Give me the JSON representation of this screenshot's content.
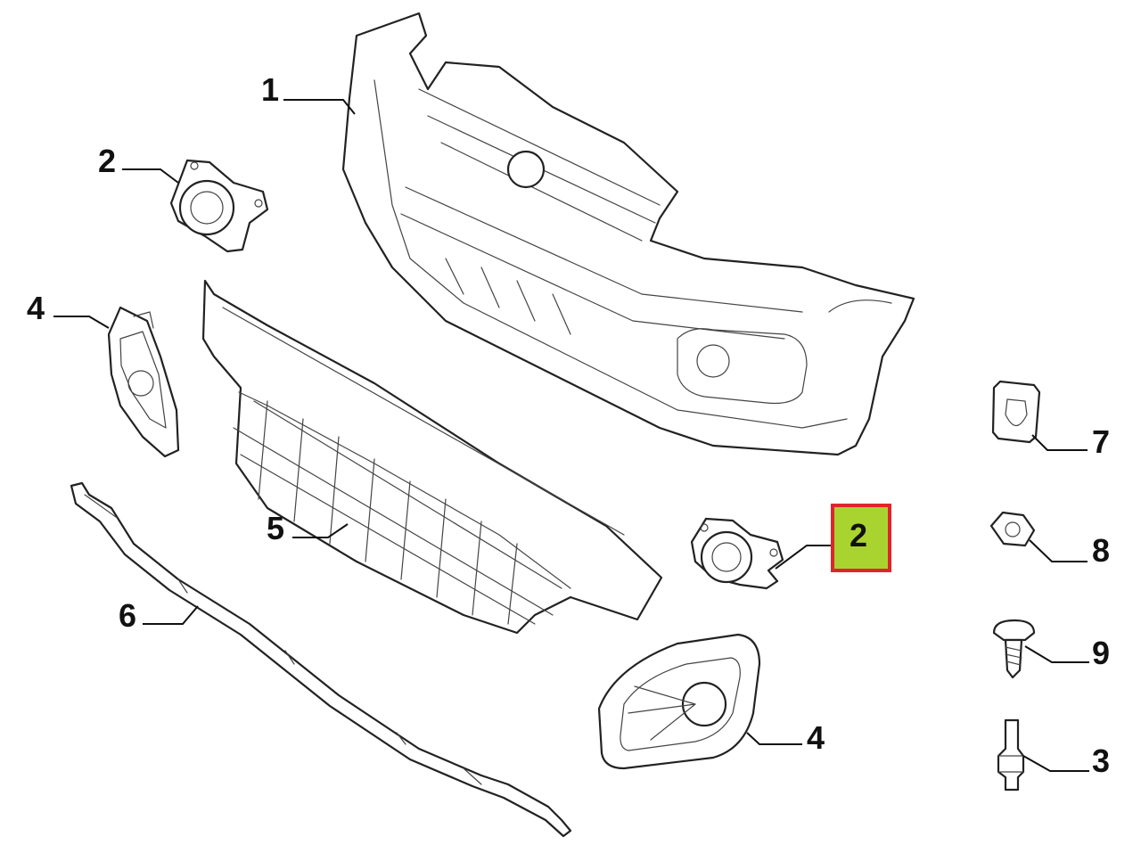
{
  "labels": {
    "bumper": "1",
    "fog_lamp_left": "2",
    "fog_lamp_right": "2",
    "stud": "3",
    "fog_frame_left": "4",
    "fog_frame_right": "4",
    "grille": "5",
    "lower_strip": "6",
    "clip": "7",
    "nut": "8",
    "screw": "9"
  },
  "highlight": {
    "fill": "#a9d42f",
    "border": "#e0242b"
  }
}
